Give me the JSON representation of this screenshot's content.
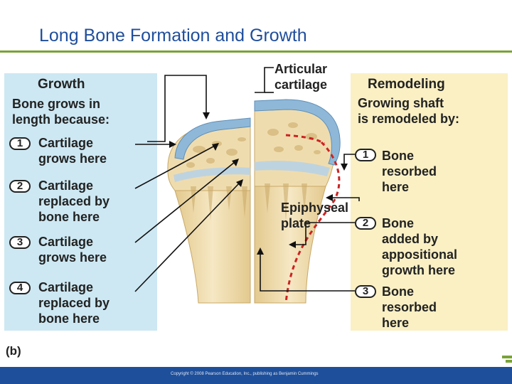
{
  "slide": {
    "title": "Long Bone Formation and Growth",
    "footer": "Copyright © 2008 Pearson Education, Inc., publishing as Benjamin Cummings"
  },
  "figure": {
    "part_label": "(b)",
    "growth": {
      "title": "Growth",
      "subtitle": "Bone grows in\nlength because:",
      "steps": [
        {
          "num": "1",
          "text": "Cartilage\ngrows here"
        },
        {
          "num": "2",
          "text": "Cartilage\nreplaced by\nbone here"
        },
        {
          "num": "3",
          "text": "Cartilage\ngrows here"
        },
        {
          "num": "4",
          "text": "Cartilage\nreplaced by\nbone here"
        }
      ]
    },
    "center_labels": {
      "articular_cartilage": "Articular\ncartilage",
      "epiphyseal_plate": "Epiphyseal\nplate"
    },
    "remodeling": {
      "title": "Remodeling",
      "subtitle": "Growing shaft\nis remodeled by:",
      "steps": [
        {
          "num": "1",
          "text": "Bone\nresorbed\nhere"
        },
        {
          "num": "2",
          "text": "Bone\nadded by\nappositional\ngrowth here"
        },
        {
          "num": "3",
          "text": "Bone\nresorbed\nhere"
        }
      ]
    }
  },
  "colors": {
    "growth_panel": "#cde8f3",
    "remodel_panel": "#faf0c4",
    "cartilage": "#8fb8d8",
    "bone": "#ecd9a8",
    "title": "#1f4e9c",
    "rule": "#7aa237",
    "footer": "#1e4f9b",
    "outline_dashed": "#cc2222"
  }
}
